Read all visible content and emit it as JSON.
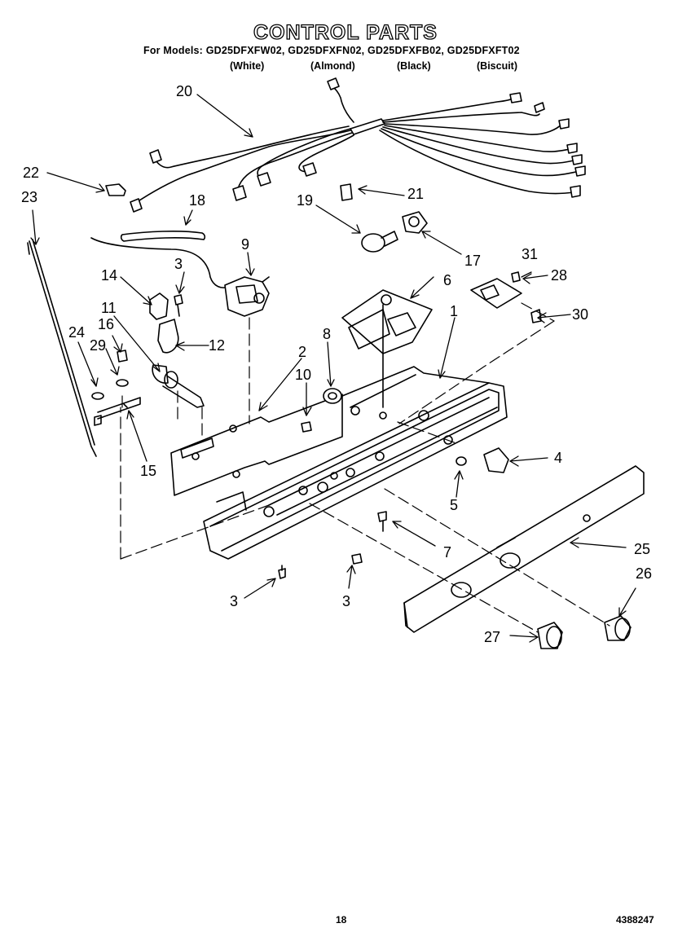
{
  "header": {
    "title": "CONTROL PARTS",
    "models_line": "For Models: GD25DFXFW02, GD25DFXFN02, GD25DFXFB02, GD25DFXFT02",
    "colors": [
      "(White)",
      "(Almond)",
      "(Black)",
      "(Biscuit)"
    ]
  },
  "callouts": {
    "n1": "1",
    "n2": "2",
    "n3a": "3",
    "n3b": "3",
    "n3c": "3",
    "n4": "4",
    "n5": "5",
    "n6": "6",
    "n7": "7",
    "n8": "8",
    "n9": "9",
    "n10": "10",
    "n11": "11",
    "n12": "12",
    "n14": "14",
    "n15": "15",
    "n16": "16",
    "n17": "17",
    "n18": "18",
    "n19": "19",
    "n20": "20",
    "n21": "21",
    "n22": "22",
    "n23": "23",
    "n24": "24",
    "n25": "25",
    "n26": "26",
    "n27": "27",
    "n28": "28",
    "n29": "29",
    "n30": "30",
    "n31": "31"
  },
  "footer": {
    "page_number": "18",
    "doc_number": "4388247"
  }
}
